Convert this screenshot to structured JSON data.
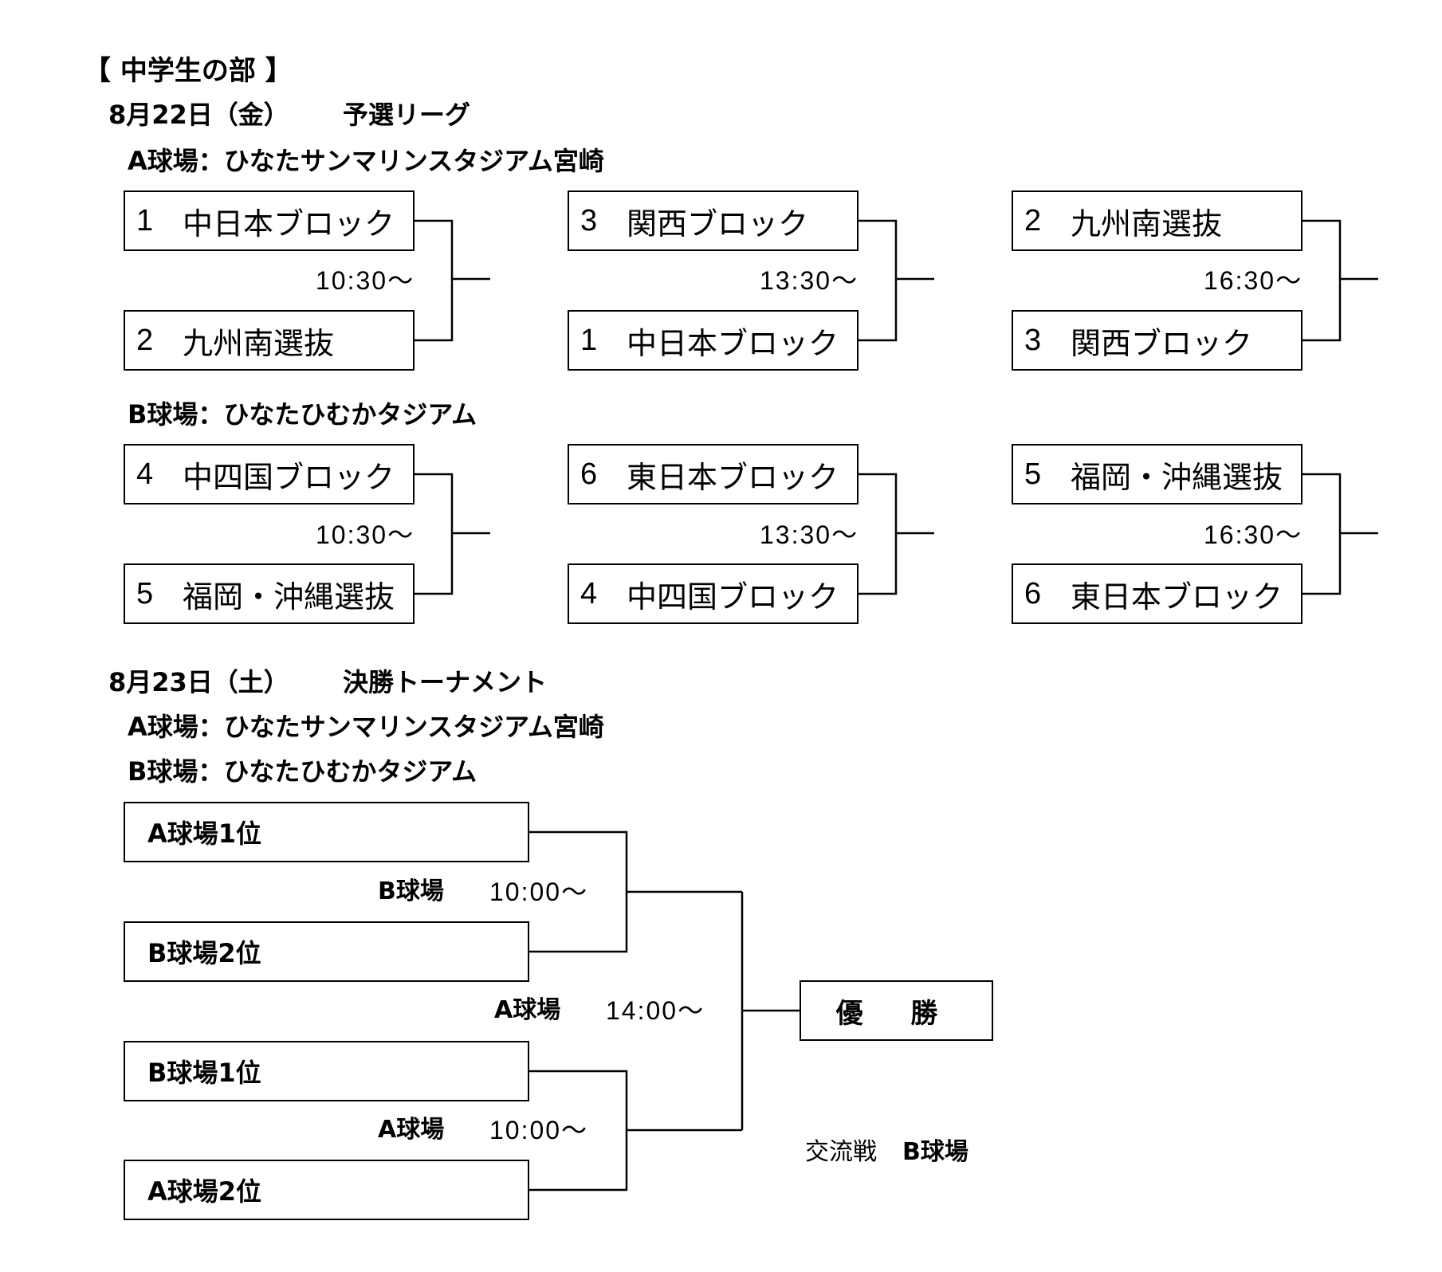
{
  "section_title": "【 中学生の部 】",
  "day1": {
    "date": "8月22日（金）",
    "event": "予選リーグ",
    "venue_a": "A球場：ひなたサンマリンスタジアム宮崎",
    "venue_b": "B球場：ひなたひむかタジアム",
    "venue_a_matches": [
      {
        "top": {
          "num": "1",
          "name": "中日本ブロック"
        },
        "bottom": {
          "num": "2",
          "name": "九州南選抜"
        },
        "time": "10:30～"
      },
      {
        "top": {
          "num": "3",
          "name": "関西ブロック"
        },
        "bottom": {
          "num": "1",
          "name": "中日本ブロック"
        },
        "time": "13:30～"
      },
      {
        "top": {
          "num": "2",
          "name": "九州南選抜"
        },
        "bottom": {
          "num": "3",
          "name": "関西ブロック"
        },
        "time": "16:30～"
      }
    ],
    "venue_b_matches": [
      {
        "top": {
          "num": "4",
          "name": "中四国ブロック"
        },
        "bottom": {
          "num": "5",
          "name": "福岡・沖縄選抜"
        },
        "time": "10:30～"
      },
      {
        "top": {
          "num": "6",
          "name": "東日本ブロック"
        },
        "bottom": {
          "num": "4",
          "name": "中四国ブロック"
        },
        "time": "13:30～"
      },
      {
        "top": {
          "num": "5",
          "name": "福岡・沖縄選抜"
        },
        "bottom": {
          "num": "6",
          "name": "東日本ブロック"
        },
        "time": "16:30～"
      }
    ]
  },
  "day2": {
    "date": "8月23日（土）",
    "event": "決勝トーナメント",
    "venue_a": "A球場：ひなたサンマリンスタジアム宮崎",
    "venue_b": "B球場：ひなたひむかタジアム",
    "seeds": [
      "A球場1位",
      "B球場2位",
      "B球場1位",
      "A球場2位"
    ],
    "semi1": {
      "venue": "B球場",
      "time": "10:00～"
    },
    "final": {
      "venue": "A球場",
      "time": "14:00～"
    },
    "semi2": {
      "venue": "A球場",
      "time": "10:00～"
    },
    "champion": "優 勝",
    "exchange": {
      "label": "交流戦",
      "venue": "B球場"
    }
  }
}
